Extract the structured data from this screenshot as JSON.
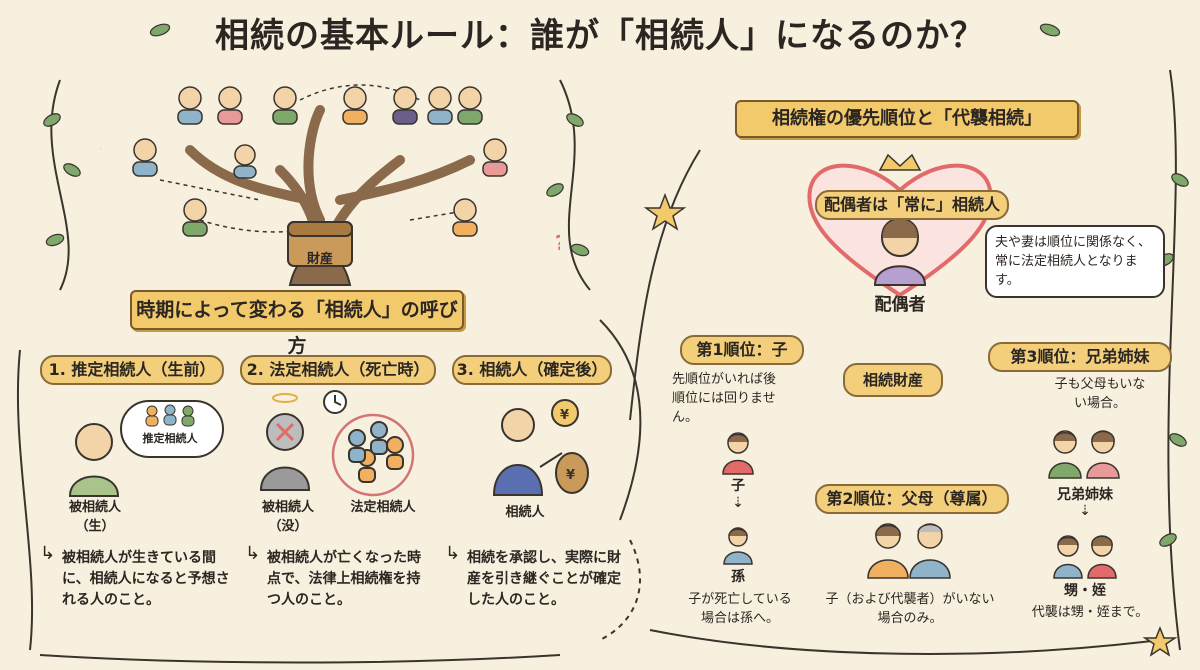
{
  "title": "相続の基本ルール：誰が「相続人」になるのか？",
  "left": {
    "tree_chest_label": "財産",
    "ribbon": "時期によって変わる「相続人」の呼び方",
    "stages": [
      {
        "label": "1. 推定相続人（生前）",
        "cloud_label": "推定相続人",
        "person_label": "被相続人\n（生）",
        "description": "被相続人が生きている間に、相続人になると予想される人のこと。"
      },
      {
        "label": "2. 法定相続人（死亡時）",
        "person_label": "被相続人\n（没）",
        "group_label": "法定相続人",
        "description": "被相続人が亡くなった時点で、法律上相続権を持つ人のこと。"
      },
      {
        "label": "3. 相続人（確定後）",
        "person_label": "相続人",
        "description": "相続を承認し、実際に財産を引き継ぐことが確定した人のこと。"
      }
    ]
  },
  "right": {
    "ribbon": "相続権の優先順位と「代襲相続」",
    "spouse": {
      "header": "配偶者は「常に」相続人",
      "label": "配偶者",
      "note": "夫や妻は順位に関係なく、常に法定相続人となります。"
    },
    "center_label": "相続財産",
    "rank1": {
      "label": "第1順位：子",
      "note": "先順位がいれば後順位には回りません。",
      "child_label": "子",
      "grandchild_label": "孫",
      "footnote": "子が死亡している場合は孫へ。"
    },
    "rank2": {
      "label": "第2順位：父母（尊属）",
      "footnote": "子（および代襲者）がいない場合のみ。"
    },
    "rank3": {
      "label": "第3順位：兄弟姉妹",
      "note": "子も父母もいない場合。",
      "siblings_label": "兄弟姉妹",
      "nephew_label": "甥・姪",
      "footnote": "代襲は甥・姪まで。"
    }
  },
  "colors": {
    "background": "#f7f0df",
    "ribbon": "#f2c96b",
    "heart": "#e36a6a",
    "leaf": "#7fa86b",
    "trunk": "#8a6a4a"
  }
}
